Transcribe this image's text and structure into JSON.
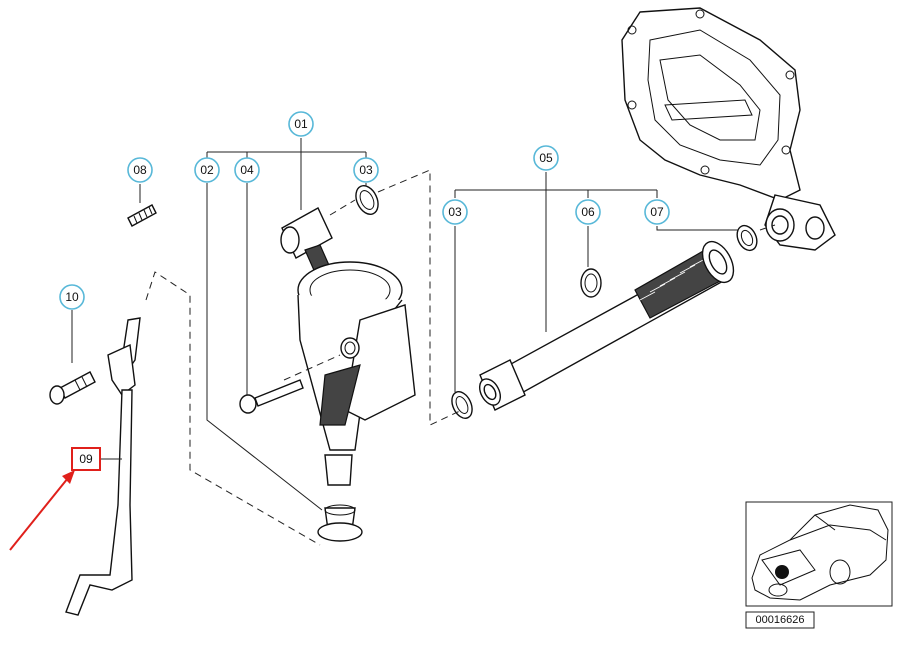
{
  "diagram": {
    "callouts": [
      {
        "id": "c01",
        "label": "01"
      },
      {
        "id": "c02",
        "label": "02"
      },
      {
        "id": "c04",
        "label": "04"
      },
      {
        "id": "c03a",
        "label": "03"
      },
      {
        "id": "c08",
        "label": "08"
      },
      {
        "id": "c05",
        "label": "05"
      },
      {
        "id": "c03b",
        "label": "03"
      },
      {
        "id": "c06",
        "label": "06"
      },
      {
        "id": "c07",
        "label": "07"
      },
      {
        "id": "c10",
        "label": "10"
      },
      {
        "id": "c09",
        "label": "09"
      }
    ],
    "highlight_color": "#e0201b",
    "callout_ring_color": "#58b8d8",
    "thumbnail": {
      "diagram_number": "00016626"
    }
  }
}
